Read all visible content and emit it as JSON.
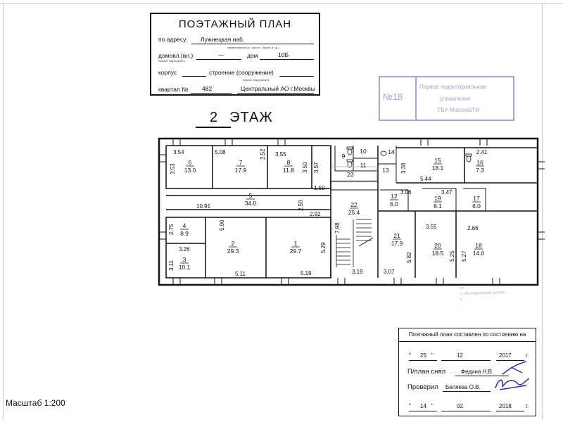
{
  "header": {
    "title": "ПОЭТАЖНЫЙ ПЛАН",
    "address_label": "по адресу:",
    "address_value": "Лужнецкая наб.",
    "address_hint": "наименование ул. (просп., бульв. и т.д.)",
    "domovl_label": "домовл.(вл.)",
    "domovl_value": "—",
    "domovl_hint": "нужное подчеркнуть",
    "dom_label": "дом",
    "dom_value": "10Б",
    "korpus_label": "корпус",
    "stroenie_label": "строение (сооружение)",
    "stroenie_hint": "нужное подчеркнуть",
    "kvartal_label": "квартал №",
    "kvartal_value": "482",
    "district_value": "Центральный АО г.Москвы"
  },
  "floor": {
    "number": "2",
    "label": "ЭТАЖ"
  },
  "blue_stamp": {
    "number": "№18",
    "lines": [
      "Первое территориальное",
      "управление",
      "ГБУ МосгорБТИ"
    ]
  },
  "grey_stamp": {
    "lines": [
      "по ...",
      "и обследований домов ...",
      "к ...",
      "..."
    ]
  },
  "rooms": [
    {
      "id": "1",
      "area": "29.7"
    },
    {
      "id": "2",
      "area": "29.3"
    },
    {
      "id": "3",
      "area": "10.1"
    },
    {
      "id": "4",
      "area": "8.9"
    },
    {
      "id": "5",
      "area": "34.0"
    },
    {
      "id": "6",
      "area": "13.0"
    },
    {
      "id": "7",
      "area": "17.9"
    },
    {
      "id": "8",
      "area": "11.8"
    },
    {
      "id": "9",
      "area": ""
    },
    {
      "id": "10",
      "area": ""
    },
    {
      "id": "11",
      "area": ""
    },
    {
      "id": "12",
      "area": "6.0"
    },
    {
      "id": "13",
      "area": ""
    },
    {
      "id": "14",
      "area": ""
    },
    {
      "id": "15",
      "area": "18.1"
    },
    {
      "id": "16",
      "area": "7.3"
    },
    {
      "id": "17",
      "area": "6.0"
    },
    {
      "id": "18",
      "area": "14.0"
    },
    {
      "id": "19",
      "area": "8.1"
    },
    {
      "id": "20",
      "area": "18.5"
    },
    {
      "id": "21",
      "area": "17.9"
    },
    {
      "id": "22",
      "area": "25.4"
    },
    {
      "id": "23",
      "area": ""
    }
  ],
  "dimensions": [
    "3.54",
    "5.08",
    "2.52",
    "3.55",
    "3.53",
    "3.50",
    "3.57",
    "10.91",
    "2.50",
    "2.92",
    "1.59",
    "5.90",
    "2.75",
    "3.26",
    "3.11",
    "5.11",
    "5.19",
    "5.29",
    "7.98",
    "3.19",
    "3.38",
    "5.44",
    "2.41",
    "3.06",
    "3.47",
    "3.55",
    "2.66",
    "3.07",
    "5.82",
    "5.25",
    "5.27"
  ],
  "footer": {
    "title": "Поэтажный план составлен по состоянию на",
    "date1_day": "25",
    "date1_month": "12",
    "date1_year": "2017",
    "year_suffix": "г.",
    "made_label": "П/план снял",
    "made_value": "Федина Н.В.",
    "checked_label": "Проверил",
    "checked_value": "Беляева О.В.",
    "date2_day": "14",
    "date2_month": "02",
    "date2_year": "2018"
  },
  "scale": "Масштаб 1:200"
}
